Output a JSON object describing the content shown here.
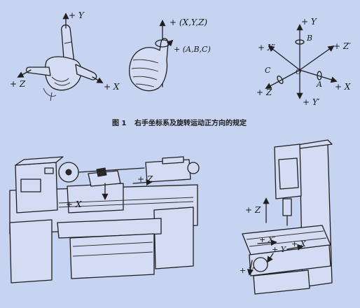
{
  "figure": {
    "caption_number": "图 1",
    "caption_text": "右手坐标系及旋转运动正方向的规定",
    "caption_color": "#1a1a1a",
    "background_color": "#c6d3f1"
  },
  "hand_right": {
    "label_y": "+ Y",
    "label_z": "+ Z",
    "label_x": "+ X"
  },
  "hand_grip": {
    "label_axes": "+ (X,Y,Z)",
    "label_rot": "+ (A,B,C)"
  },
  "axes_3d": {
    "y": "+ Y",
    "x_prime": "+ X′",
    "z_prime": "+ Z′",
    "b": "B",
    "c": "C",
    "o": "O",
    "z": "+ Z",
    "a": "A",
    "x": "+ X",
    "y_prime": "+ Y′"
  },
  "lathe": {
    "label_x": "+ X",
    "label_z": "+ Z"
  },
  "mill": {
    "label_z": "+ Z",
    "label_x_prime": "+ X′",
    "label_y": "+ Y",
    "label_x": "+ X",
    "label_y_prime": "+ Y′"
  }
}
